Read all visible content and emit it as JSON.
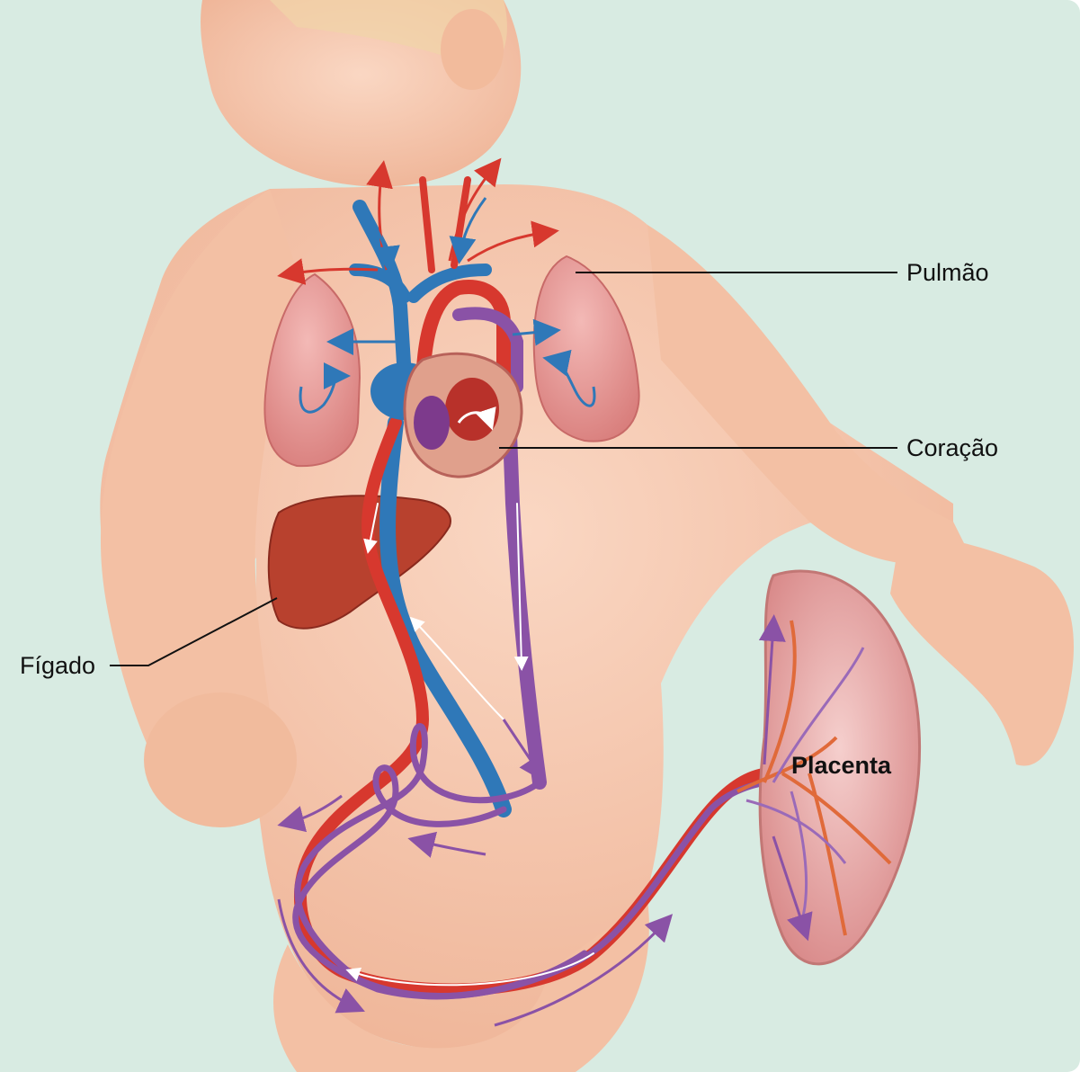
{
  "labels": {
    "lung": "Pulmão",
    "heart": "Coração",
    "liver": "Fígado",
    "placenta": "Placenta"
  },
  "colors": {
    "background": "#d8ebe2",
    "skin": "#f7c7ae",
    "oxygenated": "#d7382e",
    "deoxygenated": "#2f78b8",
    "mixed": "#8a52a6",
    "lung": "#e89a98",
    "liver": "#b8412e",
    "placenta": "#ecb4b2",
    "leader_line": "#111111"
  }
}
